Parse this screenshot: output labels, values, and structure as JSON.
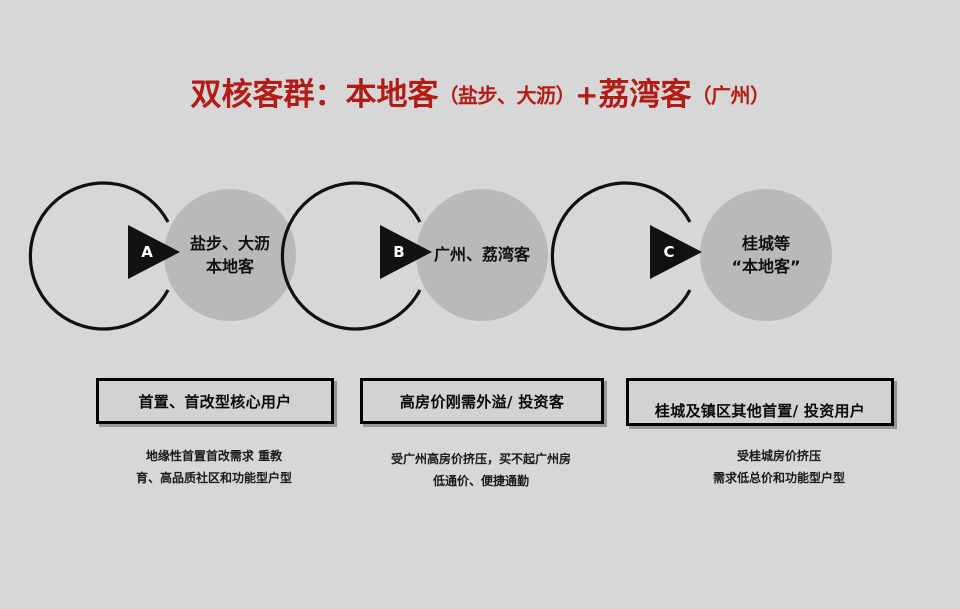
{
  "slide": {
    "background_color": "#d7d7d7",
    "title": {
      "segment_1": "双核客群：本地客",
      "segment_2": "（盐步、大沥）",
      "segment_3": "+",
      "segment_4": "荔湾客",
      "segment_5": "（广州）",
      "color": "#b31b15"
    },
    "columns": [
      {
        "marker": "A",
        "circle_line_1": "盐步、大沥",
        "circle_line_2": "本地客",
        "box_label": "首置、首改型核心用户",
        "desc_line_1": "地缘性首置首改需求 重教",
        "desc_line_2": "育、高品质社区和功能型户型"
      },
      {
        "marker": "B",
        "circle_line_1": "广州、荔湾客",
        "circle_line_2": "",
        "box_label": "高房价刚需外溢/ 投资客",
        "desc_line_1": "受广州高房价挤压，买不起广州房",
        "desc_line_2": "低通价、便捷通勤"
      },
      {
        "marker": "C",
        "circle_line_1": "桂城等",
        "circle_line_2": "“本地客”",
        "box_label": "桂城及镇区其他首置/ 投资用户",
        "desc_line_1": "受桂城房价挤压",
        "desc_line_2": "需求低总价和功能型户型"
      }
    ],
    "colors": {
      "circle_fill": "#b9b9b9",
      "ring_stroke": "#101010",
      "box_fill": "#d2d2d2",
      "box_border": "#000000",
      "text": "#111111"
    }
  }
}
